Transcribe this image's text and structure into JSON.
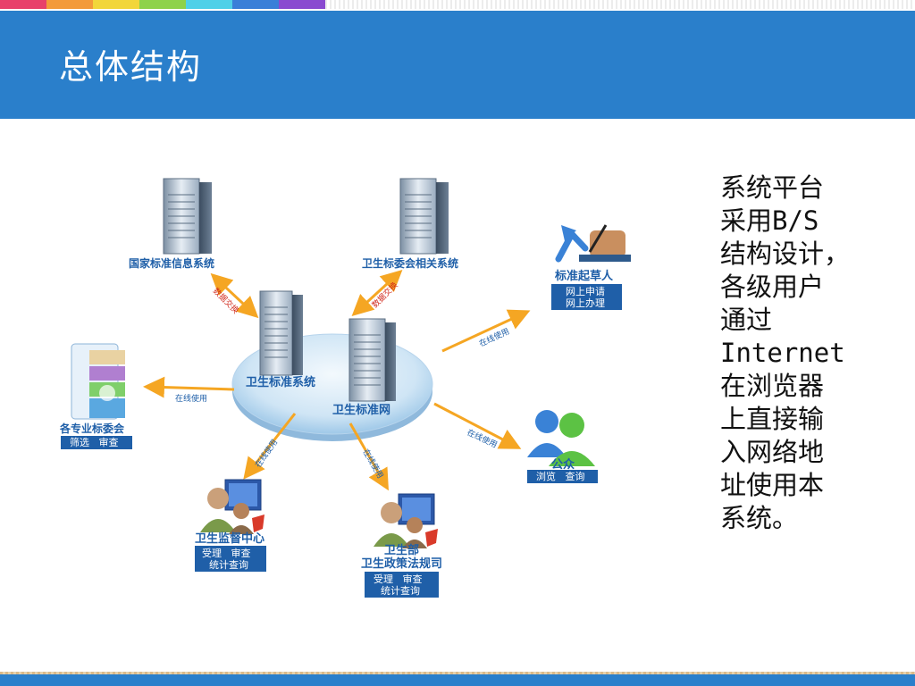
{
  "slide": {
    "title": "总体结构",
    "description_lines": [
      "系统平台",
      "采用B/S",
      "结构设计，",
      "各级用户",
      "通过",
      "Internet",
      "在浏览器",
      "上直接输",
      "入网络地",
      "址使用本",
      "系统。"
    ]
  },
  "diagram": {
    "center_left_label": "卫生标准系统",
    "center_right_label": "卫生标准网",
    "national_label": "国家标准信息系统",
    "committee_label": "卫生标委会相关系统",
    "drafter_label": "标准起草人",
    "drafter_box": [
      "网上申请",
      "网上办理"
    ],
    "professional_label": "各专业标委会",
    "professional_box": [
      "筛选   审查"
    ],
    "public_label": "公众",
    "public_box": [
      "浏览   查询"
    ],
    "supervision_label": "卫生监督中心",
    "supervision_box": [
      "受理   审查",
      "统计查询"
    ],
    "ministry_label_1": "卫生部",
    "ministry_label_2": "卫生政策法规司",
    "ministry_box": [
      "受理   审查",
      "统计查询"
    ],
    "arrow_exchange": "数据交换",
    "arrow_online": "在线使用"
  },
  "colors": {
    "header_blue": "#2a7fcb",
    "label_blue": "#1f5fa8",
    "box_blue": "#1f5fa8",
    "arrow_orange": "#f5a623",
    "arrow_red": "#d0281c",
    "platform_blue": "#bcd9ef"
  }
}
